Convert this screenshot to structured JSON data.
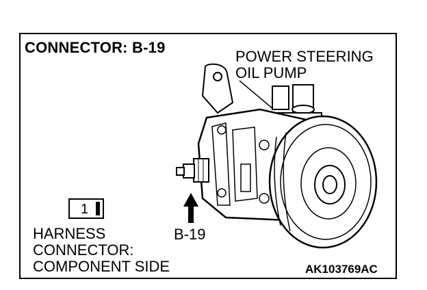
{
  "title": "CONNECTOR: B-19",
  "component_label": {
    "line1": "POWER STEERING",
    "line2": "OIL PUMP"
  },
  "connector_pin": "1",
  "harness_label": {
    "line1": "HARNESS",
    "line2": "CONNECTOR:",
    "line3": "COMPONENT SIDE"
  },
  "connector_callout": "B-19",
  "figure_code": "AK103769AC",
  "icons": {
    "arrow": "up-arrow-icon",
    "pump": "power-steering-pump-icon"
  }
}
